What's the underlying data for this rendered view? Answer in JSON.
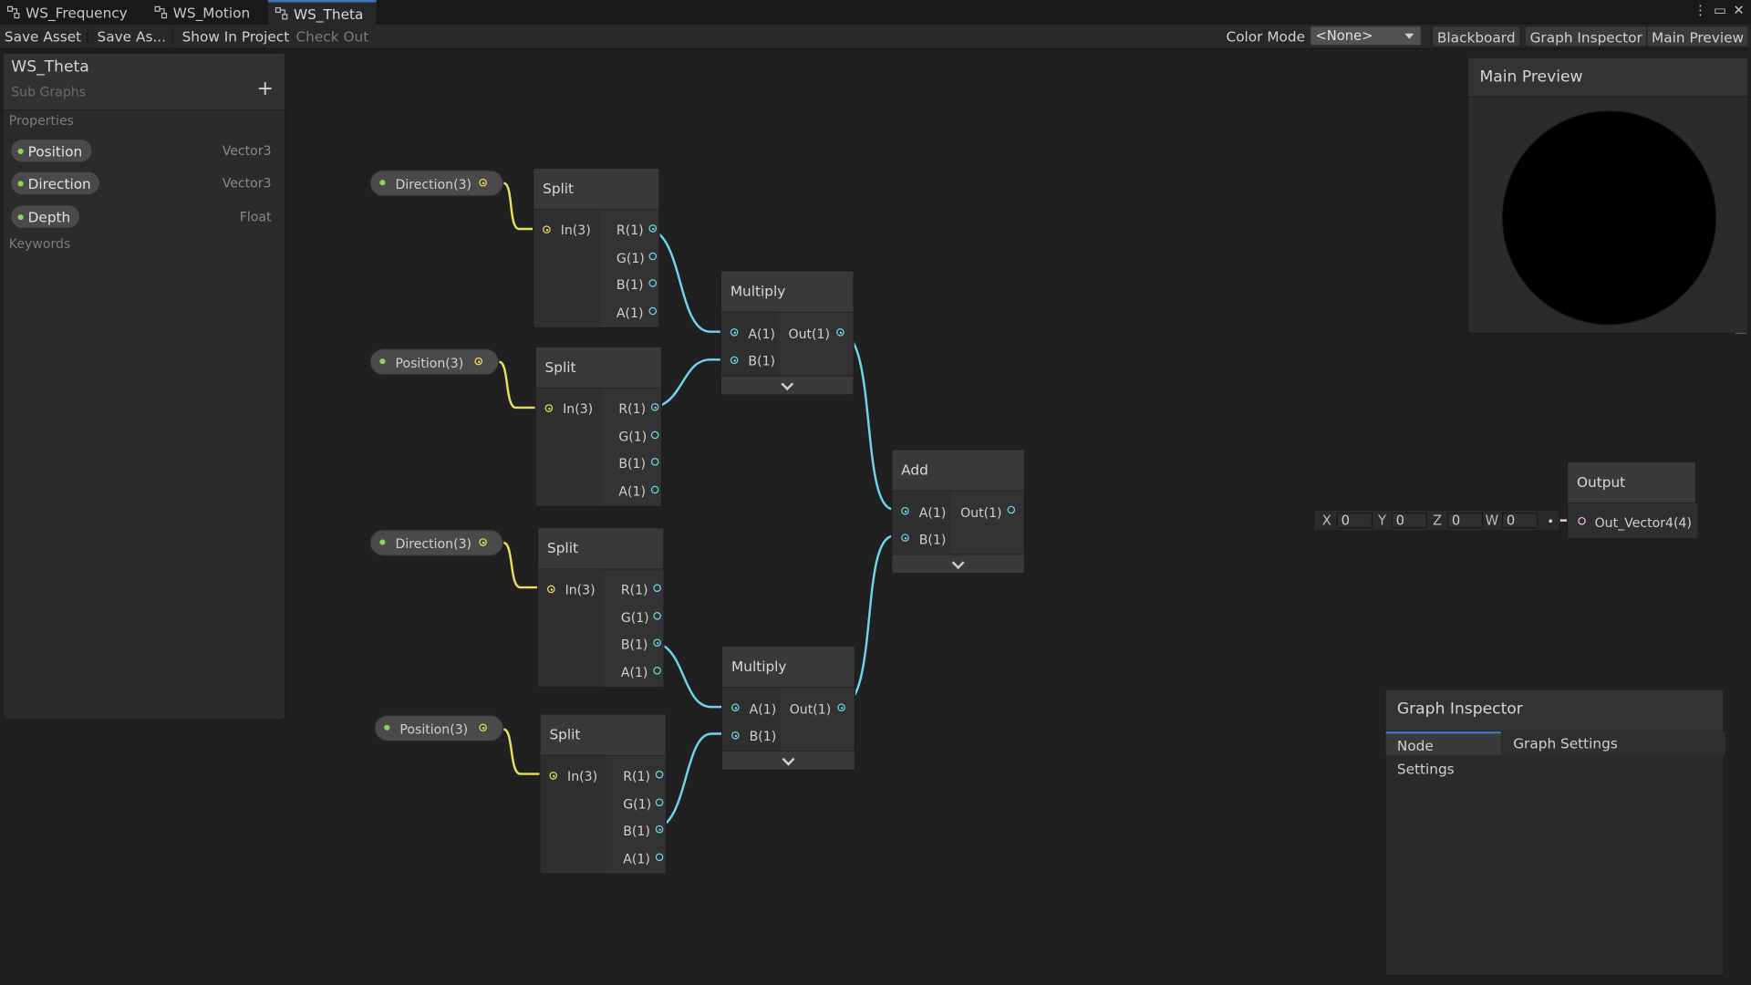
{
  "tabs": [
    {
      "label": "WS_Frequency",
      "active": false
    },
    {
      "label": "WS_Motion",
      "active": false
    },
    {
      "label": "WS_Theta",
      "active": true
    }
  ],
  "toolbar": {
    "save_asset": "Save Asset",
    "save_as": "Save As...",
    "show_in_project": "Show In Project",
    "check_out": "Check Out",
    "color_mode_label": "Color Mode",
    "color_mode_value": "<None>",
    "blackboard": "Blackboard",
    "graph_inspector": "Graph Inspector",
    "main_preview": "Main Preview"
  },
  "blackboard": {
    "title": "WS_Theta",
    "subtitle": "Sub Graphs",
    "properties_label": "Properties",
    "keywords_label": "Keywords",
    "properties": [
      {
        "name": "Position",
        "type": "Vector3"
      },
      {
        "name": "Direction",
        "type": "Vector3"
      },
      {
        "name": "Depth",
        "type": "Float"
      }
    ]
  },
  "property_nodes": [
    {
      "label": "Direction(3)"
    },
    {
      "label": "Position(3)"
    },
    {
      "label": "Direction(3)"
    },
    {
      "label": "Position(3)"
    }
  ],
  "split_nodes": [
    {
      "title": "Split",
      "input": "In(3)",
      "outputs": [
        "R(1)",
        "G(1)",
        "B(1)",
        "A(1)"
      ]
    },
    {
      "title": "Split",
      "input": "In(3)",
      "outputs": [
        "R(1)",
        "G(1)",
        "B(1)",
        "A(1)"
      ]
    },
    {
      "title": "Split",
      "input": "In(3)",
      "outputs": [
        "R(1)",
        "G(1)",
        "B(1)",
        "A(1)"
      ]
    },
    {
      "title": "Split",
      "input": "In(3)",
      "outputs": [
        "R(1)",
        "G(1)",
        "B(1)",
        "A(1)"
      ]
    }
  ],
  "multiply_nodes": [
    {
      "title": "Multiply",
      "inputs": [
        "A(1)",
        "B(1)"
      ],
      "output": "Out(1)"
    },
    {
      "title": "Multiply",
      "inputs": [
        "A(1)",
        "B(1)"
      ],
      "output": "Out(1)"
    }
  ],
  "add_node": {
    "title": "Add",
    "inputs": [
      "A(1)",
      "B(1)"
    ],
    "output": "Out(1)"
  },
  "output_node": {
    "title": "Output",
    "port": "Out_Vector4(4)"
  },
  "vector_input": {
    "x_label": "X",
    "x": "0",
    "y_label": "Y",
    "y": "0",
    "z_label": "Z",
    "z": "0",
    "w_label": "W",
    "w": "0"
  },
  "main_preview": {
    "title": "Main Preview"
  },
  "graph_inspector": {
    "title": "Graph Inspector",
    "tabs": [
      "Node Settings",
      "Graph Settings"
    ]
  },
  "colors": {
    "vector_wire": "#e8e05a",
    "float_wire": "#6fd6e8",
    "accent": "#3a79bb",
    "property_dot": "#8bd85a"
  }
}
